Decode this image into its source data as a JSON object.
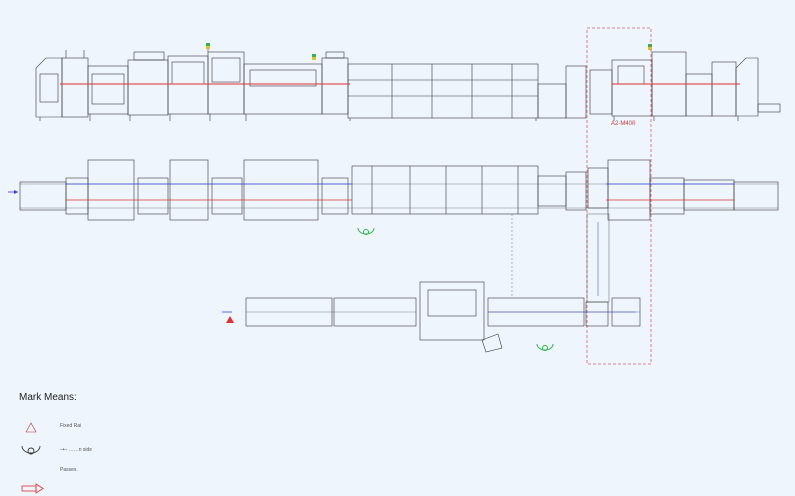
{
  "diagram": {
    "module_label": "A2-M400",
    "legend": {
      "title": "Mark Means:",
      "items": [
        {
          "icon": "triangle-icon",
          "label": "Fixed Rai"
        },
        {
          "icon": "operator-icon",
          "label": "–•– ……n side"
        },
        {
          "icon": "arrow-icon",
          "label": "Passes․"
        }
      ]
    },
    "colors": {
      "background": "#eef5fc",
      "line": "#3a3a3a",
      "rail_red": "#e03030",
      "rail_blue": "#2f44d8",
      "operator_green": "#2bb84a",
      "dashed_frame": "#d9606a"
    }
  }
}
